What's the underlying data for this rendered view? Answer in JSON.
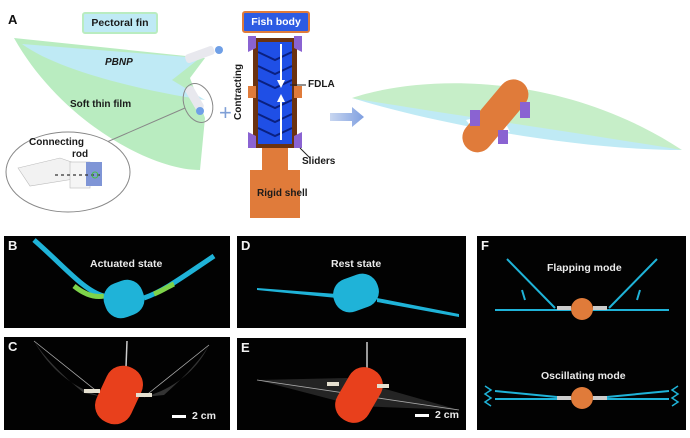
{
  "figure": {
    "panel_A": {
      "letter": "A",
      "pectoral_fin_tag": "Pectoral fin",
      "pbnp_label": "PBNP",
      "soft_film_label": "Soft thin film",
      "connecting_rod_label_line1": "Connecting",
      "connecting_rod_label_line2": "rod",
      "plus_sign": "+",
      "fish_body_tag": "Fish body",
      "contracting_label": "Contracting",
      "fdla_label": "FDLA",
      "sliders_label": "Sliders",
      "rigid_shell_label": "Rigid shell"
    },
    "panel_B": {
      "letter": "B",
      "title": "Actuated state"
    },
    "panel_C": {
      "letter": "C",
      "scale_bar": "2 cm"
    },
    "panel_D": {
      "letter": "D",
      "title": "Rest state"
    },
    "panel_E": {
      "letter": "E",
      "scale_bar": "2 cm"
    },
    "panel_F": {
      "letter": "F",
      "flapping_title": "Flapping mode",
      "oscillating_title": "Oscillating mode"
    },
    "colors": {
      "fin_green": "#b9ecc0",
      "fin_blue": "#bfeaf5",
      "fish_body_orange": "#e07b3a",
      "actuator_blue": "#1f4fe6",
      "slider_purple": "#8a63d2",
      "sim_cyan": "#1fb3d8",
      "robot_red": "#e8401c",
      "tag_blue": "#2d5be3"
    }
  }
}
